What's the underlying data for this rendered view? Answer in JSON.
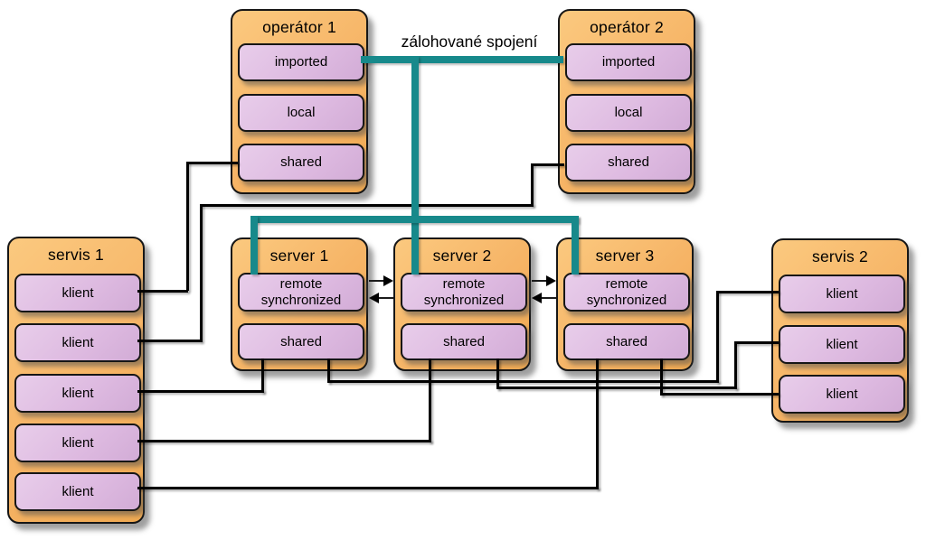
{
  "diagram": {
    "backup_label": "zálohované spojení",
    "colors": {
      "container_fill_light": "#FBC97F",
      "container_fill": "#F6B466",
      "container_fill_dark": "#EFA952",
      "box_fill_light": "#E8CDEA",
      "box_fill": "#DDB9E0",
      "box_fill_dark": "#D2ACD6",
      "backup_link": "#17898B",
      "wire": "#000000"
    },
    "groups": {
      "operator1": {
        "title": "operátor 1",
        "items": [
          "imported",
          "local",
          "shared"
        ]
      },
      "operator2": {
        "title": "operátor 2",
        "items": [
          "imported",
          "local",
          "shared"
        ]
      },
      "servis1": {
        "title": "servis 1",
        "items": [
          "klient",
          "klient",
          "klient",
          "klient",
          "klient"
        ]
      },
      "servis2": {
        "title": "servis 2",
        "items": [
          "klient",
          "klient",
          "klient"
        ]
      },
      "server1": {
        "title": "server 1",
        "items": [
          "remote synchronized",
          "shared"
        ]
      },
      "server2": {
        "title": "server 2",
        "items": [
          "remote synchronized",
          "shared"
        ]
      },
      "server3": {
        "title": "server 3",
        "items": [
          "remote synchronized",
          "shared"
        ]
      }
    },
    "connections": [
      {
        "from": "operátor 1 / shared",
        "to": "servis 1 / klient 1",
        "style": "plain"
      },
      {
        "from": "operátor 2 / shared",
        "to": "servis 1 / klient 2",
        "style": "plain"
      },
      {
        "from": "server 1 / shared",
        "to": "servis 1 / klient 3",
        "style": "plain"
      },
      {
        "from": "server 2 / shared",
        "to": "servis 1 / klient 4",
        "style": "plain"
      },
      {
        "from": "server 3 / shared",
        "to": "servis 1 / klient 5",
        "style": "plain"
      },
      {
        "from": "server 1 / shared",
        "to": "servis 2 / klient 1",
        "style": "plain"
      },
      {
        "from": "server 2 / shared",
        "to": "servis 2 / klient 2",
        "style": "plain"
      },
      {
        "from": "server 3 / shared",
        "to": "servis 2 / klient 3",
        "style": "plain"
      },
      {
        "from": "operátor 1 / imported",
        "to": "operátor 2 / imported",
        "style": "backup"
      },
      {
        "from": "operátor 1 / imported",
        "to": "server 1 / remote synchronized",
        "style": "backup"
      },
      {
        "from": "operátor 1 / imported",
        "to": "server 2 / remote synchronized",
        "style": "backup"
      },
      {
        "from": "operátor 1 / imported",
        "to": "server 3 / remote synchronized",
        "style": "backup"
      },
      {
        "from": "server 1 / remote synchronized",
        "to": "server 2 / remote synchronized",
        "style": "bidirectional-sync"
      },
      {
        "from": "server 2 / remote synchronized",
        "to": "server 3 / remote synchronized",
        "style": "bidirectional-sync"
      }
    ]
  }
}
